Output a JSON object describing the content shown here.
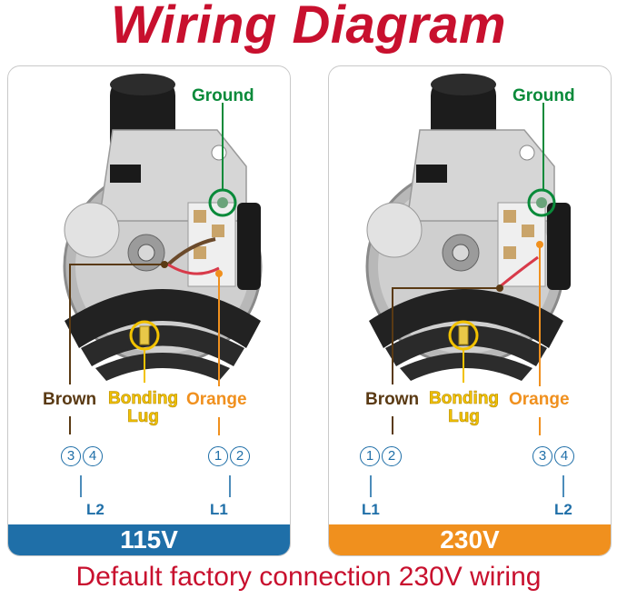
{
  "title": "Wiring Diagram",
  "footer": "Default factory connection 230V wiring",
  "colors": {
    "title_red": "#c8102e",
    "ground_green": "#0a8a3a",
    "brown": "#5a3a14",
    "orange": "#f0901e",
    "bonding_lug_yellow": "#f2c200",
    "terminal_blue": "#1f6fa8",
    "bar_115v": "#1f6fa8",
    "bar_230v": "#f0901e"
  },
  "panels": [
    {
      "ground_label": "Ground",
      "brown_label": "Brown",
      "bonding_lug_label": "Bonding\nLug",
      "orange_label": "Orange",
      "left_terminals": [
        "3",
        "4"
      ],
      "right_terminals": [
        "1",
        "2"
      ],
      "left_line": "L2",
      "right_line": "L1",
      "voltage": "115V"
    },
    {
      "ground_label": "Ground",
      "brown_label": "Brown",
      "bonding_lug_label": "Bonding\nLug",
      "orange_label": "Orange",
      "left_terminals": [
        "1",
        "2"
      ],
      "right_terminals": [
        "3",
        "4"
      ],
      "left_line": "L1",
      "right_line": "L2",
      "voltage": "230V"
    }
  ]
}
